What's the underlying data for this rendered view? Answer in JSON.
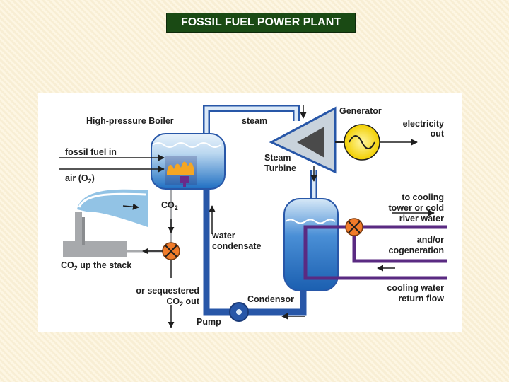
{
  "slide": {
    "title": "FOSSIL FUEL POWER PLANT"
  },
  "diagram": {
    "labels": {
      "boiler": "High-pressure Boiler",
      "fossil_fuel": "fossil fuel in",
      "air_prefix": "air (O",
      "air_sub": "2",
      "air_suffix": ")",
      "co2_main": "CO",
      "co2_sub": "2",
      "steam": "steam",
      "generator": "Generator",
      "electricity_line1": "electricity",
      "electricity_line2": "out",
      "steam_turbine_line1": "Steam",
      "steam_turbine_line2": "Turbine",
      "cooling_line1": "to cooling",
      "cooling_line2": "tower or cold",
      "cooling_line3": "river water",
      "cogeneration_line1": "and/or",
      "cogeneration_line2": "cogeneration",
      "water_condensate_line1": "water",
      "water_condensate_line2": "condensate",
      "stack_co2": "CO",
      "stack_sub": "2",
      "stack_rest": " up the stack",
      "sequestered_line1": "or sequestered",
      "sequestered_co2": "CO",
      "sequestered_sub": "2",
      "sequestered_out": " out",
      "condensor": "Condensor",
      "cooling_return_line1": "cooling water",
      "cooling_return_line2": "return flow",
      "pump": "Pump"
    },
    "colors": {
      "pipe_blue": "#2857a8",
      "pipe_light": "#dbe9f7",
      "water_blue": "#1e73c8",
      "cooling_purple": "#5a2a82",
      "valve_orange": "#f07b2a",
      "generator_yellow": "#f5d800",
      "flame": "#f5a623",
      "stack_gray": "#a7a9ac",
      "exhaust_blue": "#7fb8e0"
    },
    "icons": [
      "flame-icon",
      "valve-icon",
      "sine-wave-icon",
      "pump-icon",
      "turbine-icon"
    ]
  }
}
